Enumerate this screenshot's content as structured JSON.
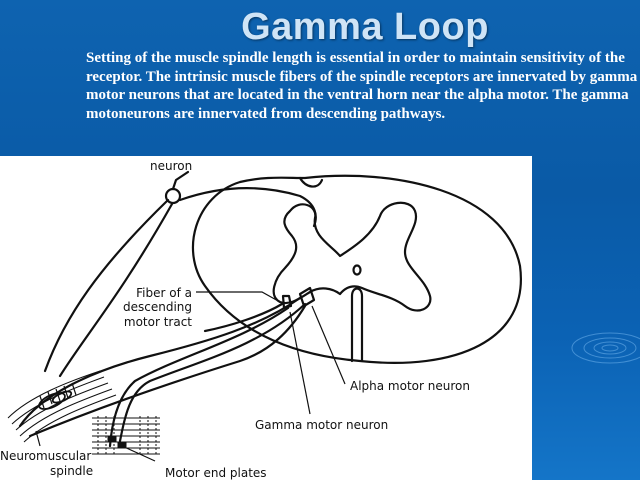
{
  "slide": {
    "title": "Gamma Loop",
    "body": "Setting of the muscle spindle length is essential in order to maintain sensitivity of the receptor.  The intrinsic muscle fibers of the spindle receptors are innervated by gamma motor neurons that are located in the ventral horn  near the alpha motor.  The gamma motoneurons  are innervated from descending pathways."
  },
  "figure": {
    "labels": {
      "neuron": "neuron",
      "descending_line1": "Fiber of a",
      "descending_line2": "descending",
      "descending_line3": "motor tract",
      "alpha": "Alpha motor neuron",
      "gamma": "Gamma motor neuron",
      "spindle_line1": "Neuromuscular",
      "spindle_line2": "spindle",
      "end_plates": "Motor end plates"
    }
  },
  "colors": {
    "background": "#0a5ca8",
    "title": "#cfe4f6",
    "text": "#ffffff",
    "figure": "#ffffff"
  }
}
